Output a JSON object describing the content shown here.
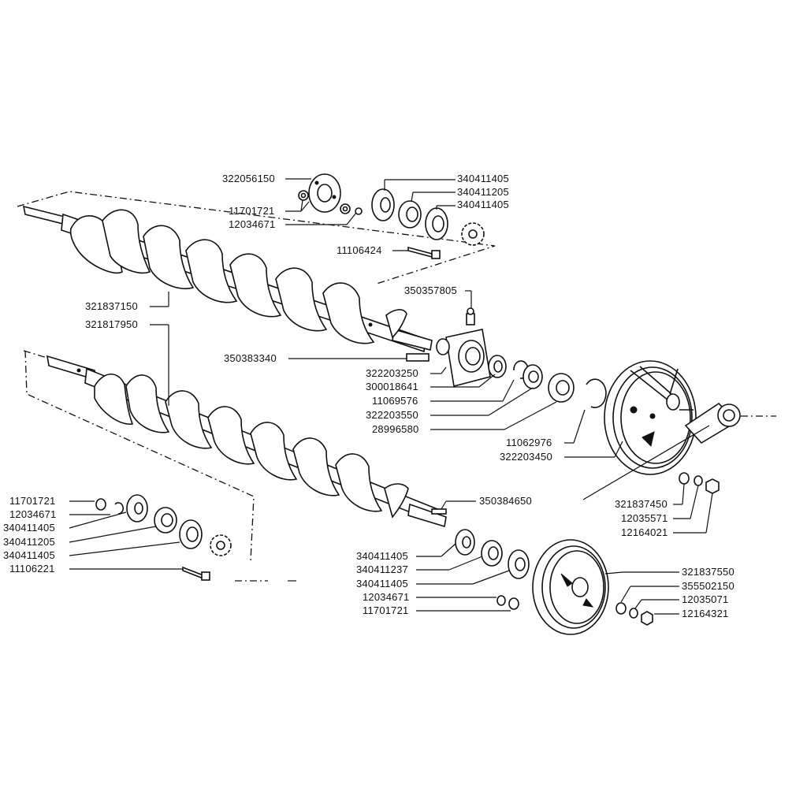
{
  "diagram": {
    "background": "#ffffff",
    "ink": "#111111",
    "labels": {
      "p322056150": "322056150",
      "p11701721_top": "11701721",
      "p12034671_top": "12034671",
      "p340411405_a": "340411405",
      "p340411205_top": "340411205",
      "p340411405_b": "340411405",
      "p11106424": "11106424",
      "p350357805": "350357805",
      "p321837150": "321837150",
      "p321817950": "321817950",
      "p350383340": "350383340",
      "p322203250": "322203250",
      "p300018641": "300018641",
      "p11069576": "11069576",
      "p322203550": "322203550",
      "p28996580": "28996580",
      "p11062976": "11062976",
      "p322203450": "322203450",
      "p321837450": "321837450",
      "p12035571": "12035571",
      "p12164021": "12164021",
      "p350384650": "350384650",
      "p11701721_left": "11701721",
      "p12034671_left": "12034671",
      "p340411405_left_a": "340411405",
      "p340411205_left": "340411205",
      "p340411405_left_b": "340411405",
      "p11106221": "11106221",
      "p340411405_mid_a": "340411405",
      "p340411237": "340411237",
      "p340411405_mid_b": "340411405",
      "p12034671_mid": "12034671",
      "p11701721_mid": "11701721",
      "p321837550": "321837550",
      "p355502150": "355502150",
      "p12035071": "12035071",
      "p12164321": "12164321"
    }
  }
}
